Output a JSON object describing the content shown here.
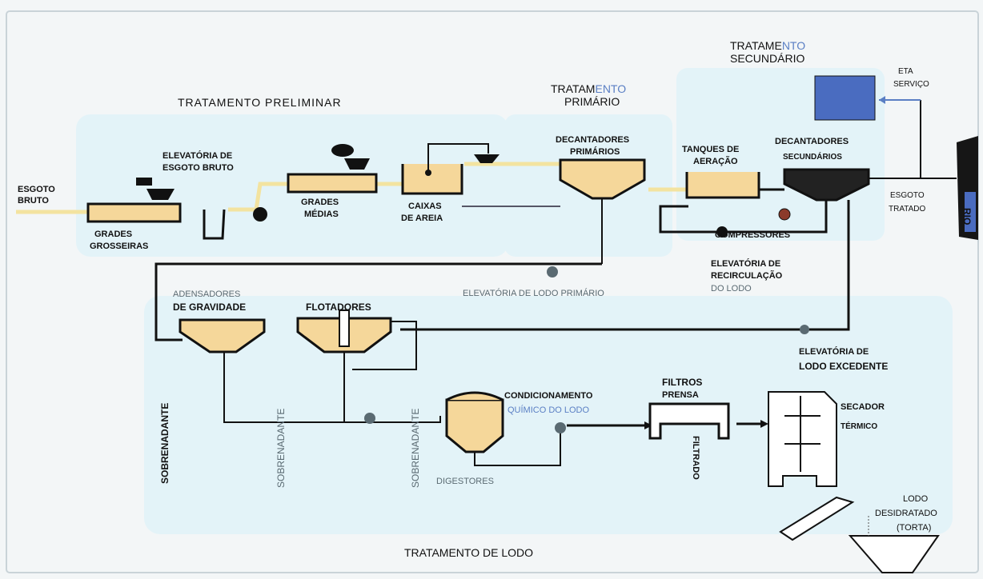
{
  "colors": {
    "zone": "#e3f3f8",
    "tank": "#f5d79a",
    "pipe_yellow": "#f3e3a0",
    "line": "#111111",
    "blue": "#5a7fc4",
    "eta": "#4a6cc0"
  },
  "sections": {
    "preliminar": "TRATAMENTO PRELIMINAR",
    "primario_1": "TRATAM",
    "primario_1b": "ENTO",
    "primario_2": "PRIMÁRIO",
    "secundario_1": "TRATAME",
    "secundario_1b": "NTO",
    "secundario_2": "SECUNDÁRIO",
    "lodo": "TRATAMENTO DE LODO"
  },
  "labels": {
    "esgoto_bruto_1": "ESGOTO",
    "esgoto_bruto_2": "BRUTO",
    "grades_grosseiras_1": "GRADES",
    "grades_grosseiras_2": "GROSSEIRAS",
    "elevatoria_esgoto_1": "ELEVATÓRIA DE",
    "elevatoria_esgoto_2": "ESGOTO BRUTO",
    "grades_medias_1": "GRADES",
    "grades_medias_2": "MÉDIAS",
    "caixas_areia_1": "CAIXAS",
    "caixas_areia_2": "DE AREIA",
    "dec_prim_1": "DECANTADORES",
    "dec_prim_2": "PRIMÁRIOS",
    "tanques_1": "TANQUES DE",
    "tanques_2": "AERAÇÃO",
    "dec_sec_1": "DECANTADORES",
    "dec_sec_2": "SECUNDÁRIOS",
    "eta_1": "ETA",
    "eta_2": "SERVIÇO",
    "esgoto_tratado_1": "ESGOTO",
    "esgoto_tratado_2": "TRATADO",
    "rio": "RIO",
    "compressores": "COMPRESSORES",
    "elev_recirc_1": "ELEVATÓRIA DE",
    "elev_recirc_2": "RECIRCULAÇÃO",
    "elev_recirc_3": "DO LODO",
    "elev_lodo_primario": "ELEVATÓRIA DE LODO PRIMÁRIO",
    "adensadores_1": "ADENSADORES",
    "adensadores_2": "DE GRAVIDADE",
    "flotadores": "FLOTADORES",
    "elev_excedente_1": "ELEVATÓRIA DE",
    "elev_excedente_2": "LODO EXCEDENTE",
    "sobrenadante": "SOBRENADANTE",
    "condicionamento_1": "CONDICIONAMENTO",
    "condicionamento_2": "QUÍMICO DO LODO",
    "filtros_1": "FILTROS",
    "filtros_2": "PRENSA",
    "filtrado": "FILTRADO",
    "secador_1": "SECADOR",
    "secador_2": "TÉRMICO",
    "digestores": "DIGESTORES",
    "lodo_desid_1": "LODO",
    "lodo_desid_2": "DESIDRATADO",
    "lodo_desid_3": "(TORTA)"
  }
}
